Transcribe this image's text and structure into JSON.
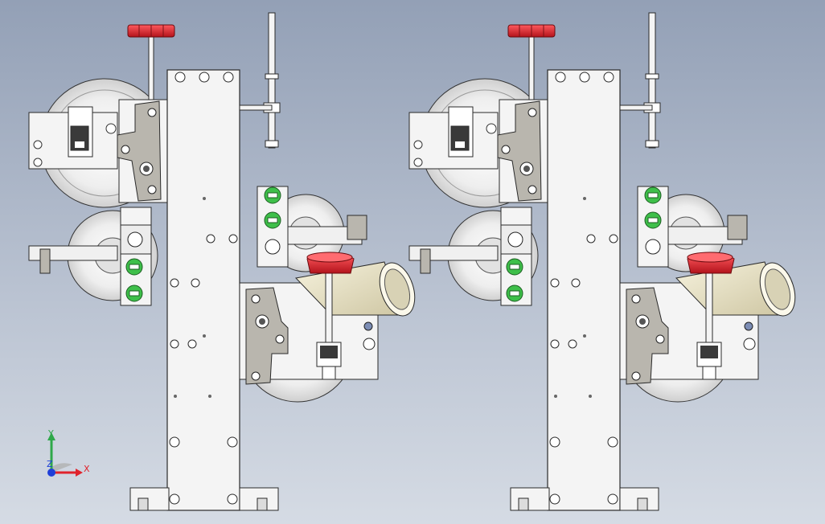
{
  "viewport": {
    "background_top": "#93a0b6",
    "background_bottom": "#d5dbe4",
    "model_copies": 2
  },
  "triad": {
    "x_label": "X",
    "y_label": "Y",
    "z_label": "Z",
    "x_color": "#e0222b",
    "y_color": "#2fa84a",
    "z_color": "#1f3fd8"
  },
  "colors": {
    "plate": "#f4f4f4",
    "outline": "#2a2a2a",
    "bracket": "#b9b6ae",
    "knob": "#d8202a",
    "green_fitting": "#3ebf4a",
    "cone": "#e8e3c8"
  },
  "icons": {
    "triad": "coordinate-triad-icon",
    "knob": "red-clamp-knob-icon",
    "fitting": "green-pneumatic-fitting-icon"
  }
}
